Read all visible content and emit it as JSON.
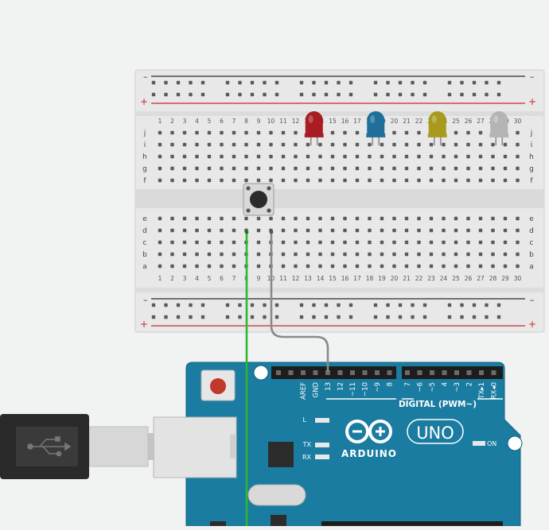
{
  "breadboard": {
    "minus_label": "–",
    "plus_label": "+",
    "row_letters_top": [
      "j",
      "i",
      "h",
      "g",
      "f"
    ],
    "row_letters_bottom": [
      "e",
      "d",
      "c",
      "b",
      "a"
    ],
    "column_numbers": [
      "1",
      "2",
      "3",
      "4",
      "5",
      "6",
      "7",
      "8",
      "9",
      "10",
      "11",
      "12",
      "13",
      "14",
      "15",
      "16",
      "17",
      "18",
      "19",
      "20",
      "21",
      "22",
      "23",
      "24",
      "25",
      "26",
      "27",
      "28",
      "29",
      "30"
    ]
  },
  "leds": [
    {
      "name": "red-led",
      "color": "#a81c22"
    },
    {
      "name": "blue-led",
      "color": "#1f6f9a"
    },
    {
      "name": "yellow-led",
      "color": "#a89a1c"
    },
    {
      "name": "white-led",
      "color": "#b4b4b4"
    }
  ],
  "wires": [
    {
      "name": "green-wire",
      "color": "#2eb82e"
    },
    {
      "name": "gray-wire",
      "color": "#8a8a8a"
    }
  ],
  "arduino": {
    "brand": "ARDUINO",
    "model": "UNO",
    "digital_label": "DIGITAL (PWM~)",
    "header_pins": [
      "AREF",
      "GND",
      "13",
      "12",
      "~11",
      "~10",
      "~9",
      "8",
      "7",
      "~6",
      "~5",
      "4",
      "~3",
      "2",
      "TX▸1",
      "RX◂0"
    ],
    "led_l": "L",
    "led_tx": "TX",
    "led_rx": "RX",
    "led_on": "ON",
    "board_color": "#1a7ca0"
  }
}
